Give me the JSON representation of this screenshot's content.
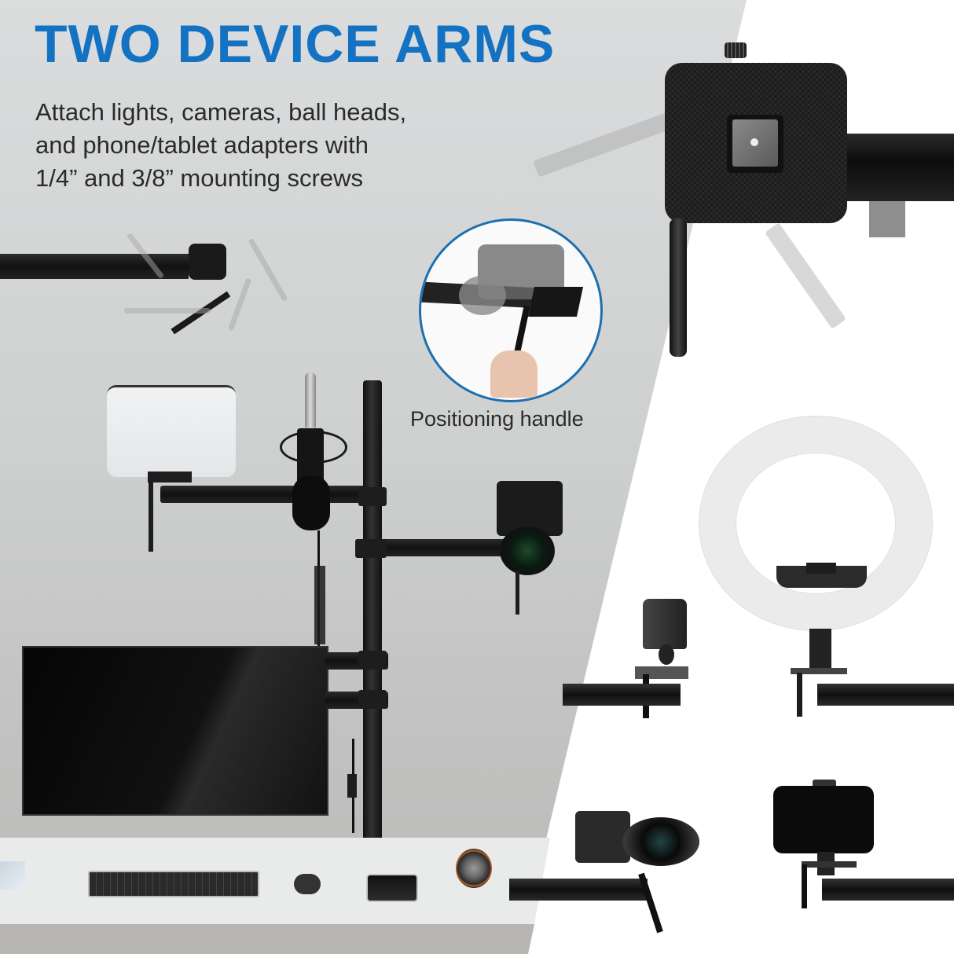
{
  "headline": "TWO DEVICE ARMS",
  "subtitle": {
    "lines": [
      "Attach lights, cameras, ball heads,",
      "and phone/tablet adapters with",
      "1/4” and 3/8” mounting screws"
    ]
  },
  "inset": {
    "caption": "Positioning handle",
    "border_color": "#1d6fb0"
  },
  "colors": {
    "headline": "#1472c2",
    "body_text": "#2a2a2a",
    "left_background": "#d3d5d5",
    "right_background": "#ffffff"
  },
  "scenes": {
    "main_setup": [
      "panel-light",
      "microphone",
      "mirrorless-camera",
      "monitor",
      "pole-mount"
    ],
    "desk_items": [
      "keyboard",
      "mouse",
      "smartphone",
      "headphones",
      "magazine"
    ],
    "right_panel": [
      "mounting-plate-closeup",
      "ring-light",
      "ball-head",
      "camera",
      "phone-holder"
    ]
  }
}
